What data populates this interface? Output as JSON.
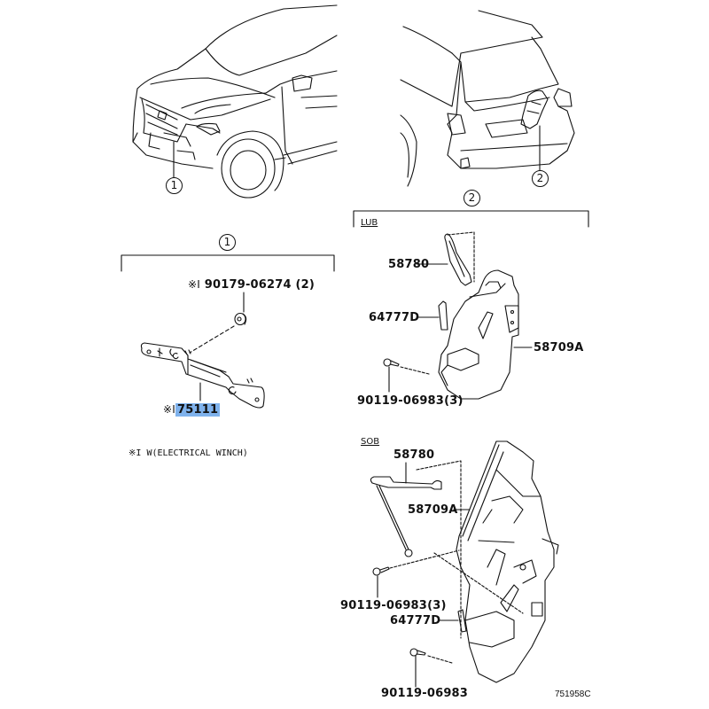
{
  "diagram": {
    "reference_code": "751958C",
    "views": [
      {
        "id": "1",
        "callout": "1",
        "description": "front-view-vehicle"
      },
      {
        "id": "2",
        "callout": "2",
        "description": "rear-view-vehicle"
      }
    ],
    "section_1": {
      "header_callout": "1",
      "parts": [
        {
          "mark": "※I",
          "number": "90179-06274",
          "qty": "(2)"
        },
        {
          "mark": "※I",
          "number": "75111",
          "highlighted": true
        }
      ],
      "footnote_mark": "※I",
      "footnote": "W(ELECTRICAL WINCH)"
    },
    "section_2": {
      "header_callout": "2",
      "lub": {
        "label": "LUB",
        "parts": [
          {
            "number": "58780"
          },
          {
            "number": "64777D"
          },
          {
            "number": "58709A"
          },
          {
            "number": "90119-06983",
            "qty": "(3)"
          }
        ]
      },
      "sob": {
        "label": "SOB",
        "parts": [
          {
            "number": "58780"
          },
          {
            "number": "58709A"
          },
          {
            "number": "90119-06983",
            "qty": "(3)"
          },
          {
            "number": "64777D"
          },
          {
            "number": "90119-06983"
          }
        ]
      }
    },
    "colors": {
      "highlight": "#7fb2ec",
      "line": "#111111"
    }
  }
}
